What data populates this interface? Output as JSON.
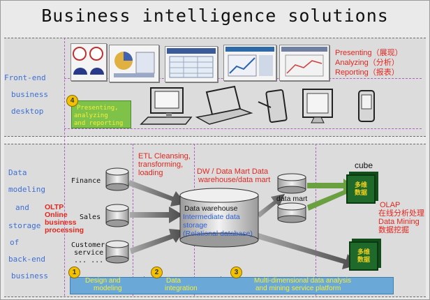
{
  "title": "Business intelligence solutions",
  "frontend": {
    "label_lines": [
      "Front-end",
      "business",
      "desktop"
    ],
    "step4_number": "4",
    "step4_text_lines": [
      "Presenting,",
      "analyzing",
      "and reporting"
    ],
    "functions": [
      "Presenting（展现）",
      "Analyzing（分析）",
      "Reporting（报表）"
    ]
  },
  "backend": {
    "label_lines": [
      "Data",
      "modeling",
      "and",
      "storage",
      "of",
      "back-end",
      "business"
    ],
    "sources": [
      "Finance",
      "Sales",
      "Customer",
      "service",
      "... ..."
    ],
    "oltp_lines": [
      "OLTP",
      "Online",
      "business",
      "processing"
    ],
    "etl_lines": [
      "ETL Cleansing,",
      "transforming,",
      "loading"
    ],
    "dw_mart_lines": [
      "DW / Data Mart Data",
      "warehouse/data mart"
    ],
    "warehouse_lines": [
      "Data warehouse",
      "Intermediate data",
      "storage",
      "(Relational database)"
    ],
    "data_mart": "data mart",
    "cube": "cube",
    "cube_text_lines": [
      "多维",
      "数据"
    ],
    "olap_lines": [
      "OLAP",
      "在线分析处理",
      "Data Mining",
      "数据挖掘"
    ]
  },
  "steps": [
    {
      "number": "1",
      "lines": [
        "Design and",
        "modeling"
      ]
    },
    {
      "number": "2",
      "lines": [
        "Data",
        "integration"
      ]
    },
    {
      "number": "3",
      "lines": [
        "Multi-dimensional data analysis",
        "and mining service platform"
      ]
    }
  ]
}
